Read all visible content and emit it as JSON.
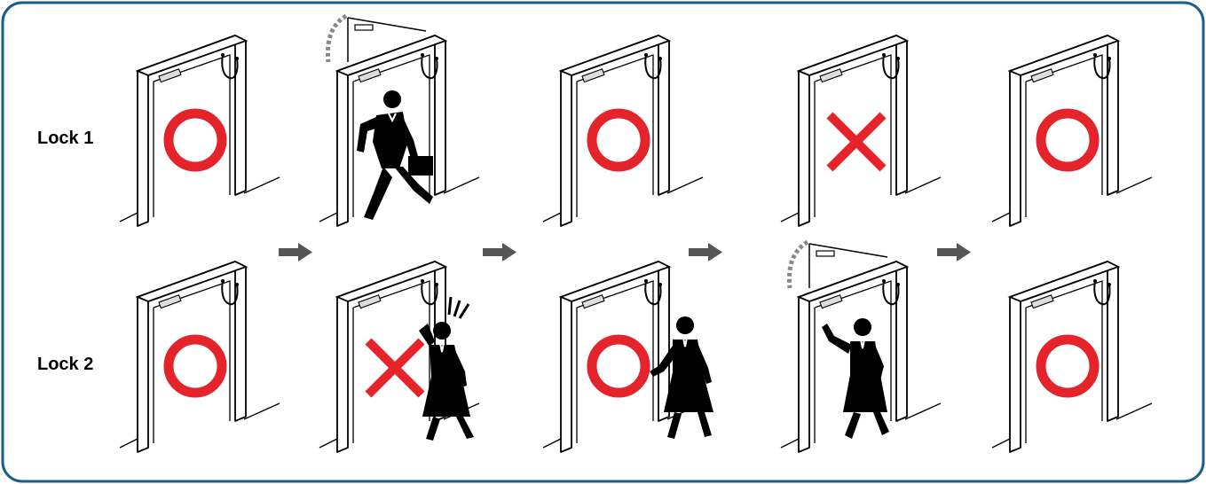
{
  "labels": {
    "lock1": "Lock 1",
    "lock2": "Lock 2"
  },
  "colors": {
    "border": "#1a5e8a",
    "symbol": "#e4232b",
    "arrow": "#555555"
  },
  "rows": [
    {
      "name": "lock1",
      "states": [
        {
          "door": "closed",
          "symbol": "circle",
          "person": "none"
        },
        {
          "door": "open",
          "symbol": "none",
          "person": "man-with-briefcase"
        },
        {
          "door": "closed",
          "symbol": "circle",
          "person": "none"
        },
        {
          "door": "closed",
          "symbol": "cross",
          "person": "none"
        },
        {
          "door": "closed",
          "symbol": "circle",
          "person": "none"
        }
      ]
    },
    {
      "name": "lock2",
      "states": [
        {
          "door": "closed",
          "symbol": "circle",
          "person": "none"
        },
        {
          "door": "closed",
          "symbol": "cross",
          "person": "woman-surprised"
        },
        {
          "door": "closed",
          "symbol": "circle",
          "person": "woman-opening"
        },
        {
          "door": "open",
          "symbol": "none",
          "person": "woman-entering"
        },
        {
          "door": "closed",
          "symbol": "circle",
          "person": "none"
        }
      ]
    }
  ]
}
